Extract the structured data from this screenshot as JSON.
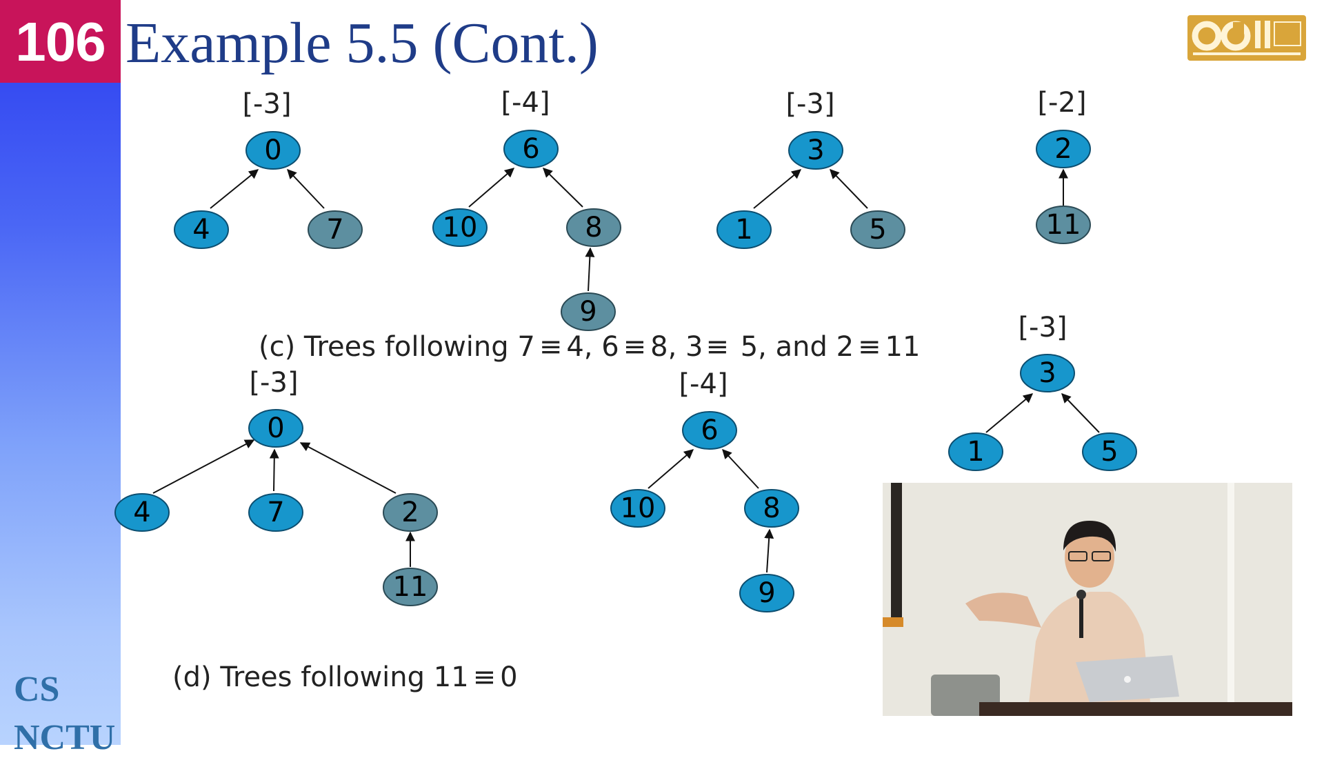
{
  "slide": {
    "number": "106",
    "title": "Example 5.5 (Cont.)",
    "sidebar_text": [
      "CS",
      "NCTU"
    ]
  },
  "logo": {
    "text": "OCW"
  },
  "colors": {
    "root_node": "#1796cc",
    "moved_node": "#5d8fa0",
    "sidebar_top": "#2a3cf0",
    "slide_number_bg": "#c8145a"
  },
  "section_c": {
    "caption_parts": [
      "(c) Trees following 7",
      "≡",
      "4,  6",
      "≡",
      "8, 3",
      "≡",
      " 5, and 2",
      "≡",
      "11"
    ],
    "trees": [
      {
        "weight": "[-3]",
        "nodes": [
          "0",
          "4",
          "7"
        ]
      },
      {
        "weight": "[-4]",
        "nodes": [
          "6",
          "10",
          "8",
          "9"
        ]
      },
      {
        "weight": "[-3]",
        "nodes": [
          "3",
          "1",
          "5"
        ]
      },
      {
        "weight": "[-2]",
        "nodes": [
          "2",
          "11"
        ]
      }
    ]
  },
  "section_d": {
    "caption_parts": [
      "(d) Trees following 11",
      "≡",
      "0"
    ],
    "trees": [
      {
        "weight": "[-3]",
        "nodes": [
          "0",
          "4",
          "7",
          "2",
          "11"
        ]
      },
      {
        "weight": "[-4]",
        "nodes": [
          "6",
          "10",
          "8",
          "9"
        ]
      },
      {
        "weight": "[-3]",
        "nodes": [
          "3",
          "1",
          "5"
        ]
      }
    ]
  }
}
